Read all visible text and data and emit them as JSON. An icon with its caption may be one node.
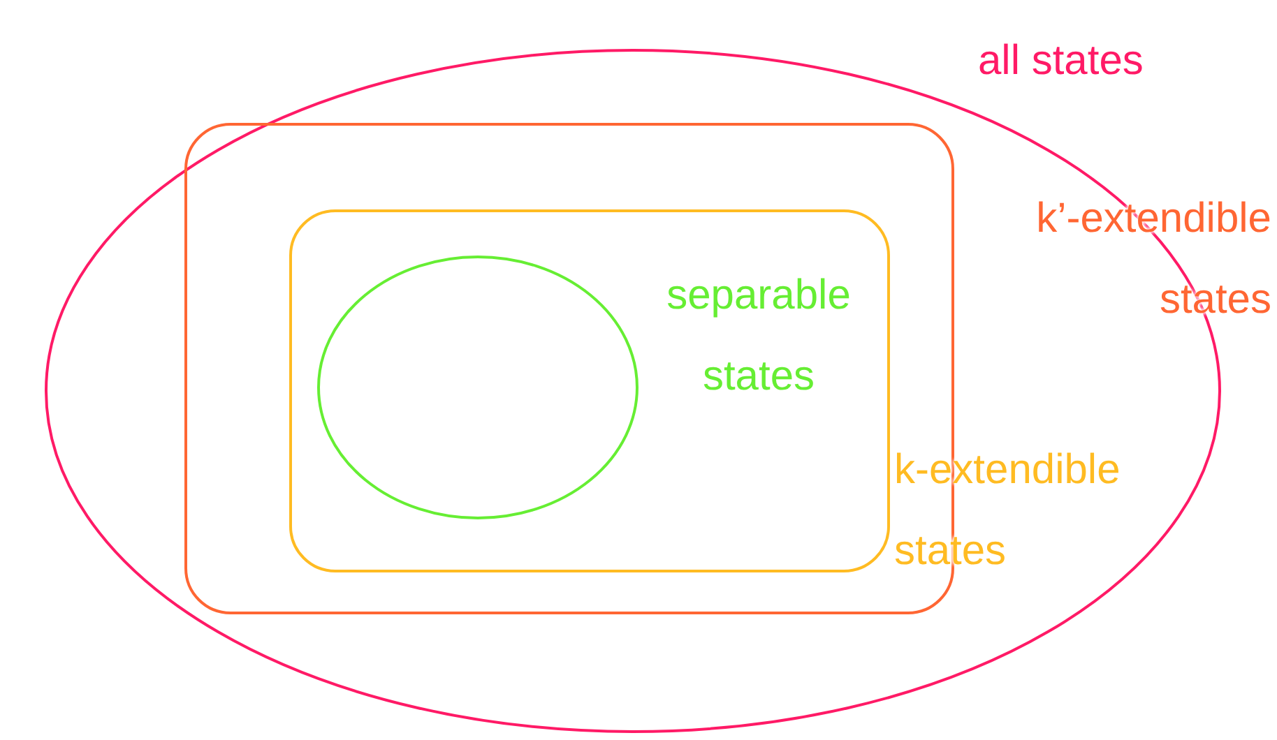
{
  "diagram": {
    "nodes": [
      {
        "text": [
          "all states"
        ]
      },
      {
        "text": [
          "k’-extendible states"
        ],
        "in": 0
      },
      {
        "text": [
          "k-extendible states"
        ],
        "in": 1
      },
      {
        "text": [
          "separable states"
        ],
        "in": 2
      }
    ],
    "edges": []
  }
}
